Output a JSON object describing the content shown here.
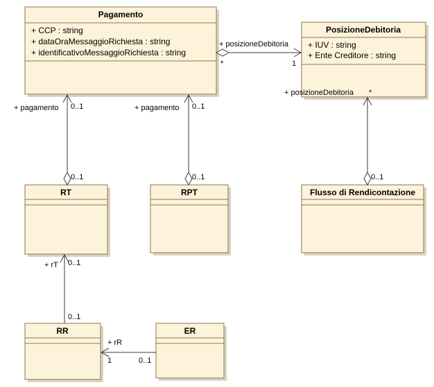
{
  "classes": {
    "pagamento": {
      "name": "Pagamento",
      "attributes": [
        "+ CCP : string",
        "+ dataOraMessaggioRichiesta : string",
        "+ identificativoMessaggioRichiesta : string"
      ]
    },
    "posizione": {
      "name": "PosizioneDebitoria",
      "attributes": [
        "+ IUV : string",
        "+ Ente Creditore : string"
      ]
    },
    "rt": {
      "name": "RT",
      "attributes": []
    },
    "rpt": {
      "name": "RPT",
      "attributes": []
    },
    "flusso": {
      "name": "Flusso di Rendicontazione",
      "attributes": []
    },
    "rr": {
      "name": "RR",
      "attributes": []
    },
    "er": {
      "name": "ER",
      "attributes": []
    }
  },
  "associations": {
    "pag_pos": {
      "role": "+ posizioneDebitoria",
      "source_mult": "*",
      "target_mult": "1"
    },
    "rt_pag": {
      "role": "+ pagamento",
      "target_mult": "0..1",
      "source_mult": "0..1"
    },
    "rpt_pag": {
      "role": "+ pagamento",
      "target_mult": "0..1",
      "source_mult": "0..1"
    },
    "flusso_pos": {
      "role": "+ posizioneDebitoria",
      "target_mult": "*",
      "source_mult": "0..1"
    },
    "rr_rt": {
      "role": "+ rT",
      "target_mult": "0..1",
      "source_mult": "0..1"
    },
    "er_rr": {
      "role": "+ rR",
      "target_mult": "1",
      "source_mult": "0..1"
    }
  }
}
